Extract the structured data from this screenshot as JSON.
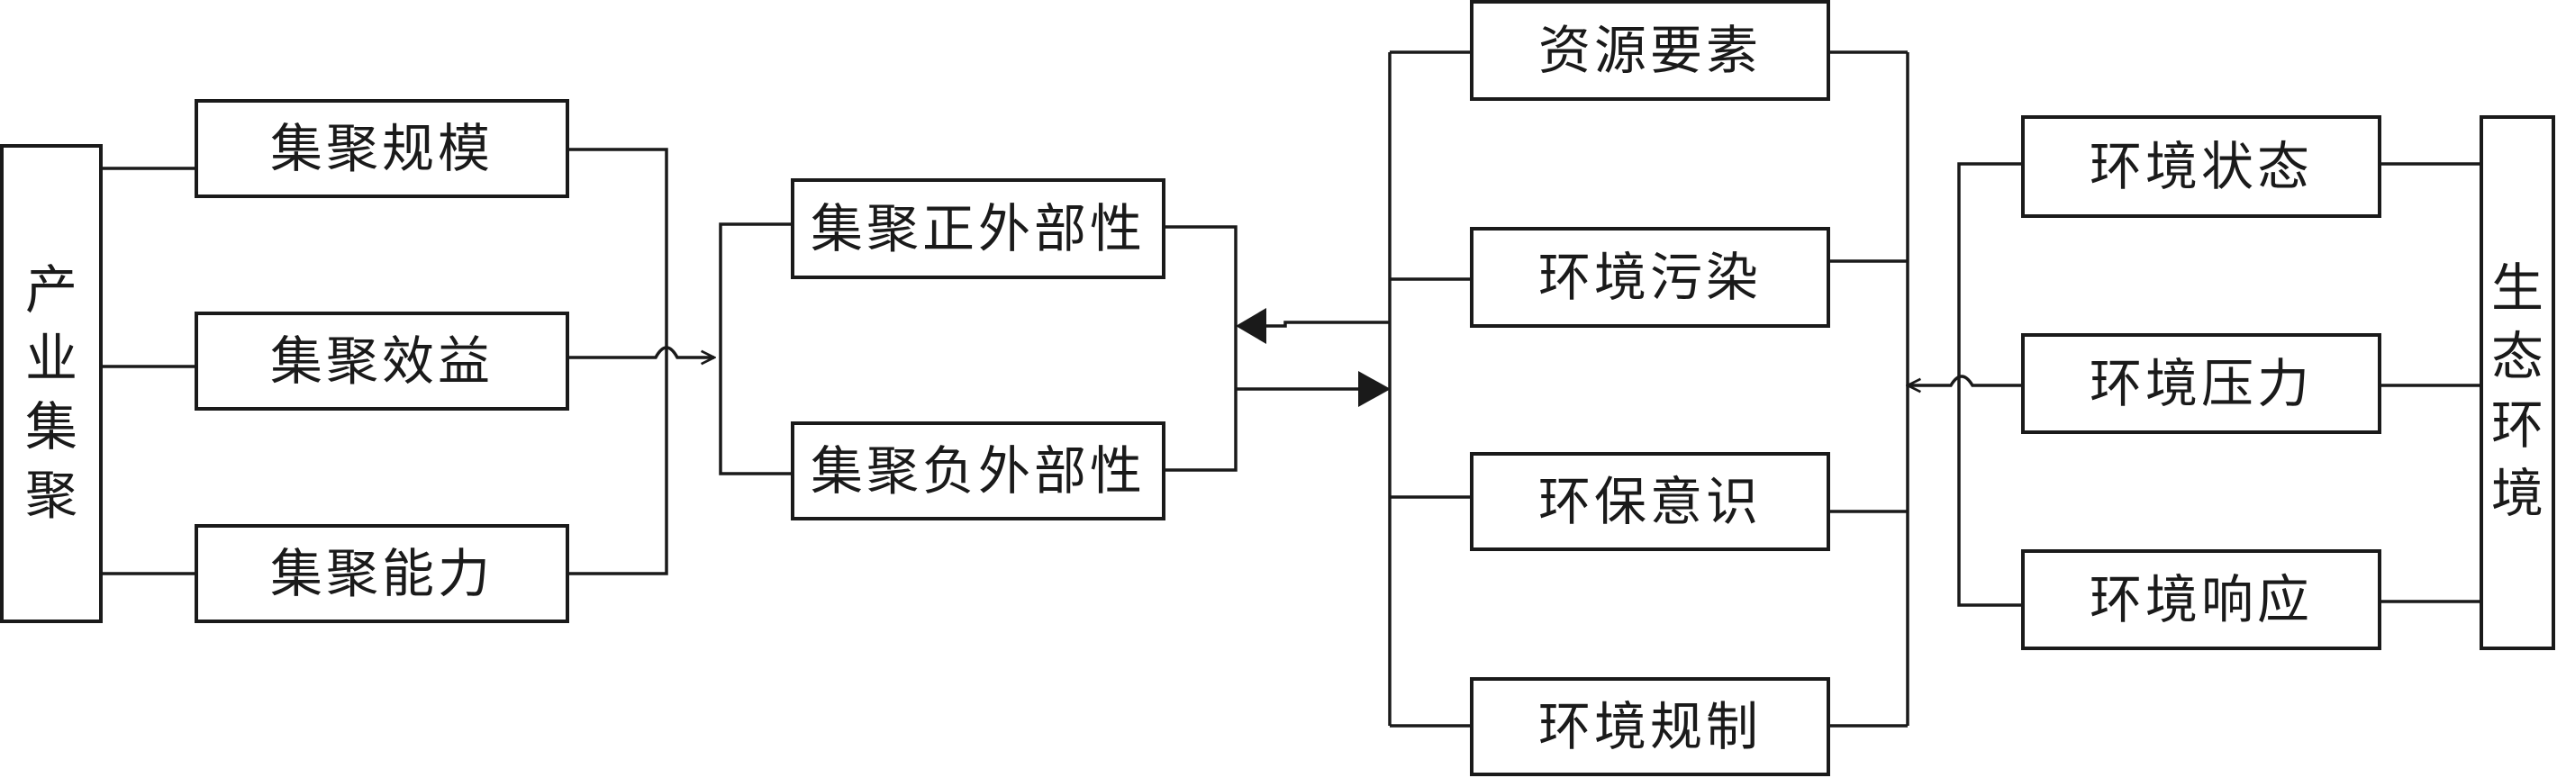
{
  "industry_cluster": {
    "title_chars": [
      "产",
      "业",
      "集",
      "聚"
    ],
    "items": [
      "集聚规模",
      "集聚效益",
      "集聚能力"
    ]
  },
  "externalities": {
    "positive": "集聚正外部性",
    "negative": "集聚负外部性"
  },
  "middle_factors": [
    "资源要素",
    "环境污染",
    "环保意识",
    "环境规制"
  ],
  "ecological_environment": {
    "title_chars": [
      "生",
      "态",
      "环",
      "境"
    ],
    "items": [
      "环境状态",
      "环境压力",
      "环境响应"
    ]
  }
}
